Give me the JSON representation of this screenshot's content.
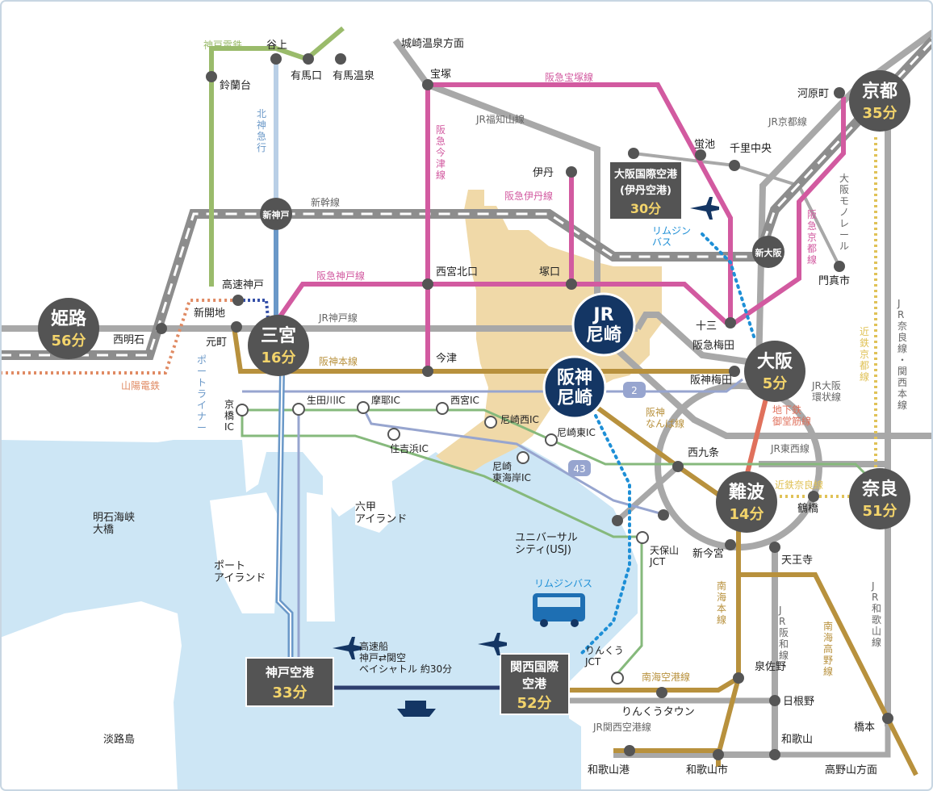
{
  "colors": {
    "sea": "#cde6f5",
    "land": "#ffffff",
    "urban": "#f0d9a8",
    "jr": "#a8a8a8",
    "shinkansen": "#9a9a9a",
    "hankyu": "#d25aa0",
    "hanshin": "#b8913d",
    "nankai": "#b8913d",
    "kobe_dentetsu": "#9abb6b",
    "hokushin": "#8fb1d6",
    "expressway_green": "#86b97c",
    "expressway_blue": "#97a5cf",
    "sanyo": "#e08a63",
    "kintetsu": "#e0c257",
    "limousine": "#1e8fd6",
    "ferry": "#2d3e6e",
    "badge_dark": "#545454",
    "badge_navy": "#143664",
    "subway_midosuji": "#e0715c"
  },
  "hubs": {
    "himeji": {
      "name": "姫路",
      "time": "56分"
    },
    "sannomiya": {
      "name": "三宮",
      "time": "16分"
    },
    "kyoto": {
      "name": "京都",
      "time": "35分"
    },
    "osaka": {
      "name": "大阪",
      "time": "5分"
    },
    "namba": {
      "name": "難波",
      "time": "14分"
    },
    "nara": {
      "name": "奈良",
      "time": "51分"
    },
    "jr_amagasaki": {
      "line1": "JR",
      "line2": "尼崎"
    },
    "hanshin_amagasaki": {
      "line1": "阪神",
      "line2": "尼崎"
    }
  },
  "airports": {
    "itami": {
      "line1": "大阪国際空港",
      "line2": "(伊丹空港)",
      "time": "30分"
    },
    "kobe": {
      "name": "神戸空港",
      "time": "33分"
    },
    "kansai": {
      "line1": "関西国際",
      "line2": "空港",
      "time": "52分"
    }
  },
  "small_hubs": {
    "shinkobe": "新神戸",
    "shinosaka": "新大阪"
  },
  "stations": {
    "taniue": "谷上",
    "arimaguchi": "有馬口",
    "arima_onsen": "有馬温泉",
    "suzurandai": "鈴蘭台",
    "kinosaki": "城崎温泉方面",
    "takarazuka": "宝塚",
    "itami": "伊丹",
    "hotarugaike": "蛍池",
    "senrichuo": "千里中央",
    "kawaramachi": "河原町",
    "nishinomiya_kitaguchi": "西宮北口",
    "tsukaguchi": "塚口",
    "kosoku_kobe": "高速神戸",
    "shinkaichi": "新開地",
    "motomachi": "元町",
    "nishi_akashi": "西明石",
    "imazu": "今津",
    "juso": "十三",
    "hankyu_umeda": "阪急梅田",
    "hanshin_umeda": "阪神梅田",
    "kadoma": "門真市",
    "nishikujo": "西九条",
    "shin_imamiya": "新今宮",
    "tennoji": "天王寺",
    "tsuruhashi": "鶴橋",
    "izumisano": "泉佐野",
    "hineno": "日根野",
    "rinku_town": "りんくうタウン",
    "wakayama": "和歌山",
    "wakayamashi": "和歌山市",
    "wakayamako": "和歌山港",
    "hashimoto": "橋本",
    "koyasan": "高野山方面"
  },
  "interchanges": {
    "kyobashi": "京\n橋\nIC",
    "ikutagawa": "生田川IC",
    "maya": "摩耶IC",
    "nishinomiya": "西宮IC",
    "sumiyoshihama": "住吉浜IC",
    "amagasaki_nishi": "尼崎西IC",
    "amagasaki_higashi": "尼崎東IC",
    "amagasaki_higashikaigan": "尼崎\n東海岸IC",
    "tempozan": "天保山\nJCT",
    "rinku_jct": "りんくう\nJCT"
  },
  "places": {
    "rokko_island": "六甲\nアイランド",
    "port_island": "ポート\nアイランド",
    "usj": "ユニバーサル\nシティ(USJ)",
    "akashi_bridge": "明石海峡\n大橋",
    "awaji": "淡路島"
  },
  "lines": {
    "kobe_dentetsu": "神戸電鉄",
    "hokushin": "北\n神\n急\n行",
    "jr_fukuchiyama": "JR福知山線",
    "hankyu_takarazuka": "阪急宝塚線",
    "hankyu_imazu": "阪\n急\n今\n津\n線",
    "hankyu_itami": "阪急伊丹線",
    "jr_kyoto": "JR京都線",
    "osaka_monorail": "大\n阪\nモ\nノ\nレ\nー\nル",
    "hankyu_kyoto": "阪\n急\n京\n都\n線",
    "shinkansen": "新幹線",
    "hankyu_kobe": "阪急神戸線",
    "jr_kobe": "JR神戸線",
    "hanshin_main": "阪神本線",
    "sanyo": "山陽電鉄",
    "port_liner": "ポ\nー\nト\nラ\nイ\nナ\nー",
    "hanshin_namba": "阪神\nなんば線",
    "jr_osaka_loop": "JR大阪\n環状線",
    "midosuji": "地下鉄\n御堂筋線",
    "jr_tozai": "JR東西線",
    "kintetsu_kyoto": "近\n鉄\n京\n都\n線",
    "jr_nara": "J\nR\n奈\n良\n線\n・\n関\n西\n本\n線",
    "kintetsu_nara": "近鉄奈良線",
    "nankai_main": "南\n海\n本\n線",
    "jr_hanwa": "J\nR\n阪\n和\n線",
    "jr_wakayama": "J\nR\n和\n歌\n山\n線",
    "nankai_koya": "南\n海\n高\n野\n線",
    "nankai_airport": "南海空港線",
    "jr_kansai_airport": "JR関西空港線"
  },
  "routes": {
    "limousine_itami": "リムジン\nバス",
    "limousine_kansai": "リムジンバス",
    "ferry": "高速船\n神戸⇄関空\nベイシャトル 約30分"
  },
  "road_numbers": {
    "r2": "2",
    "r43": "43"
  }
}
